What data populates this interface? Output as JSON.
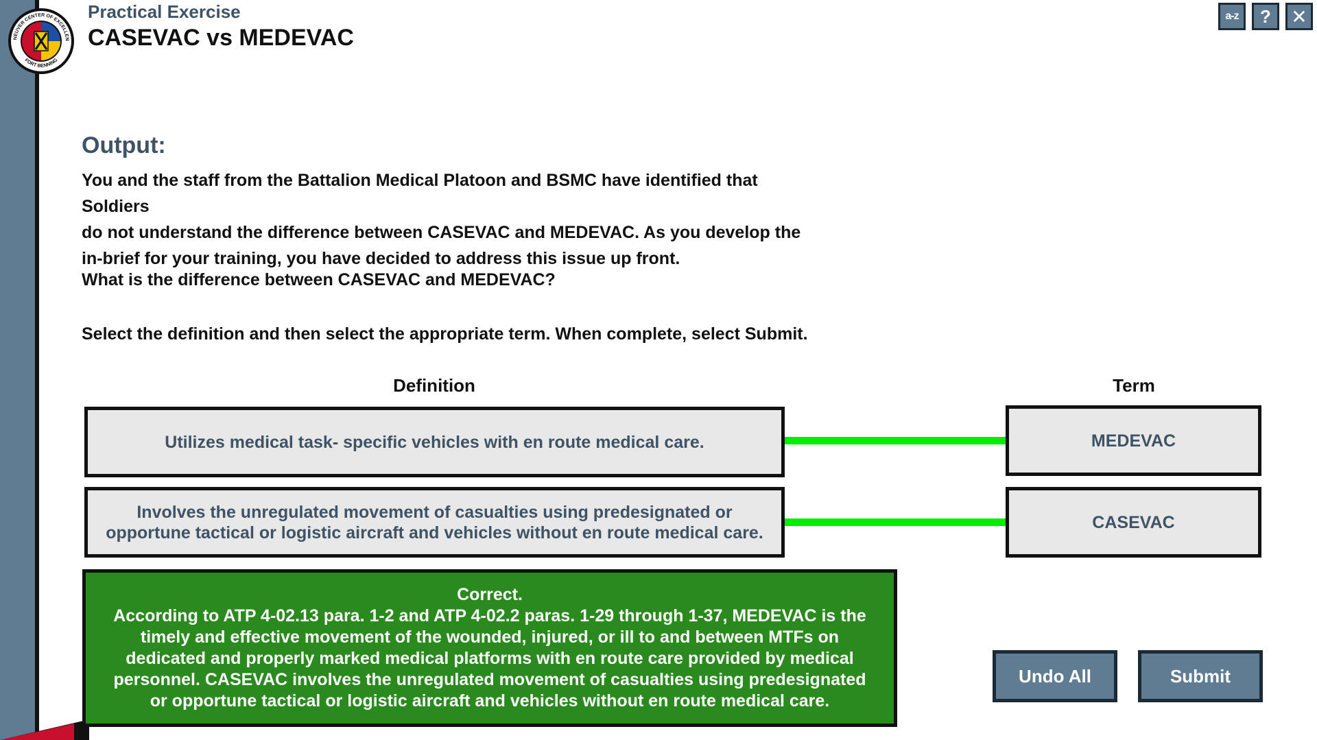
{
  "header": {
    "subtitle": "Practical Exercise",
    "title": "CASEVAC vs MEDEVAC"
  },
  "logo": {
    "ring_text_top": "MANEUVER CENTER OF EXCELLENCE",
    "ring_text_bottom": "FORT BENNING"
  },
  "controls": {
    "glossary_label": "a-z",
    "help_label": "?",
    "close_label": "✕"
  },
  "main": {
    "heading": "Output:",
    "paragraph": "You and the staff from the Battalion Medical Platoon and BSMC have identified that Soldiers\ndo not understand the difference between CASEVAC and MEDEVAC. As you develop the\nin-brief for your training, you have decided to address this issue up front.",
    "question": "What is the difference between CASEVAC and MEDEVAC?",
    "instructions": "Select the definition and then select the appropriate term. When complete, select Submit."
  },
  "matching": {
    "definition_header": "Definition",
    "term_header": "Term",
    "definitions": [
      "Utilizes medical task- specific vehicles with en route medical care.",
      "Involves the unregulated movement of casualties using predesignated or opportune tactical or logistic aircraft and vehicles without en route medical care."
    ],
    "terms": [
      "MEDEVAC",
      "CASEVAC"
    ]
  },
  "feedback": {
    "status": "Correct.",
    "body": "According to ATP 4-02.13 para. 1-2 and ATP 4-02.2 paras. 1-29 through 1-37, MEDEVAC is the timely and effective movement of the wounded, injured, or ill to and between MTFs on dedicated and properly marked medical platforms with en route care provided by medical personnel. CASEVAC involves the unregulated movement of casualties using predesignated or opportune tactical or logistic aircraft and vehicles without en route medical care."
  },
  "actions": {
    "undo_label": "Undo All",
    "submit_label": "Submit"
  },
  "colors": {
    "accent_slate": "#5f7c93",
    "connector_green": "#00ee00",
    "feedback_green": "#2a8a1e",
    "heading_blue": "#3e5366"
  }
}
